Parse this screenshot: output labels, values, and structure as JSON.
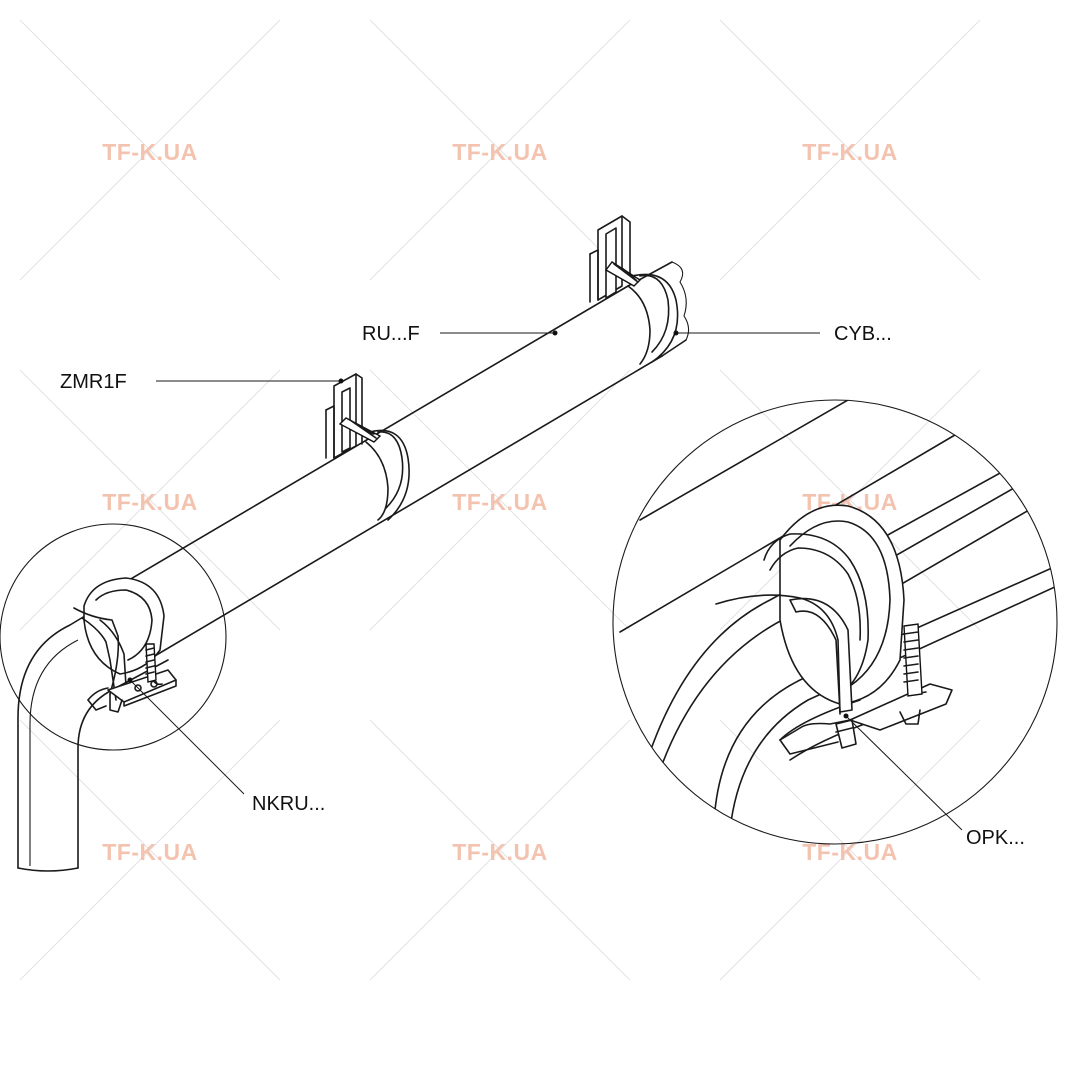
{
  "watermark": {
    "text": "TF-K.UA",
    "color": "#f4c3b0"
  },
  "labels": {
    "zmr1f": "ZMR1F",
    "ru_f": "RU...F",
    "cyb": "CYB...",
    "nkru": "NKRU...",
    "opk": "OPK..."
  },
  "colors": {
    "line": "#1a1a1a",
    "background": "#ffffff",
    "watermark_cross": "#e2e2e2"
  }
}
